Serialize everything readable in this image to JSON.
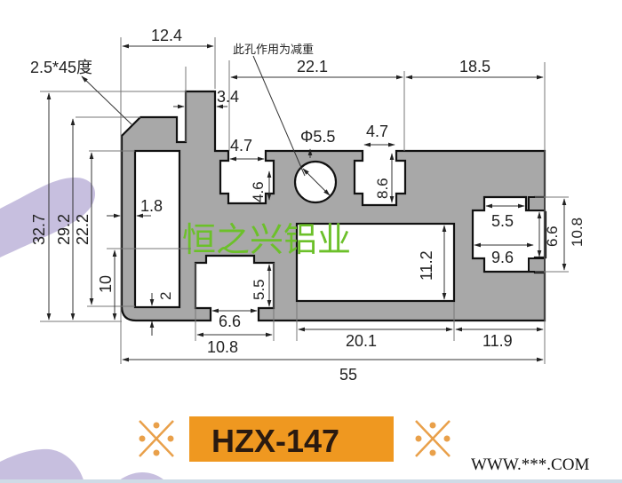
{
  "drawing": {
    "title": "Aluminum profile cross-section",
    "profile_fill": "#a8a8a8",
    "outline_color": "#111111",
    "watermark": {
      "text": "恒之兴铝业",
      "color": "#6cc02a"
    },
    "note": {
      "text": "此孔作用为减重"
    },
    "chamfer_label": "2.5*45度",
    "hole_label": "Φ5.5",
    "dimensions": {
      "top_12_4": "12.4",
      "top_22_1": "22.1",
      "top_18_5": "18.5",
      "slot_3_4": "3.4",
      "slot_left_4_7": "4.7",
      "slot_left_4_6": "4.6",
      "slot_mid_4_7": "4.7",
      "slot_mid_8_6": "8.6",
      "wall_1_8": "1.8",
      "wall_2": "2",
      "left_32_7": "32.7",
      "left_29_2": "29.2",
      "left_22_2": "22.2",
      "left_10": "10",
      "right_5_5": "5.5",
      "right_9_6": "9.6",
      "right_6_6": "6.6",
      "right_10_8": "10.8",
      "cavity_11_2": "11.2",
      "bottom_slot_5_5": "5.5",
      "bottom_6_6": "6.6",
      "bottom_10_8": "10.8",
      "bottom_20_1": "20.1",
      "bottom_11_9": "11.9",
      "overall_55": "55"
    }
  },
  "footer": {
    "model_label": "HZX-147",
    "model_bg": "#ef9820",
    "ornament_color": "#e9a04a",
    "website": "WWW.***.COM"
  },
  "decor": {
    "blob_color": "#c7bfdf"
  }
}
